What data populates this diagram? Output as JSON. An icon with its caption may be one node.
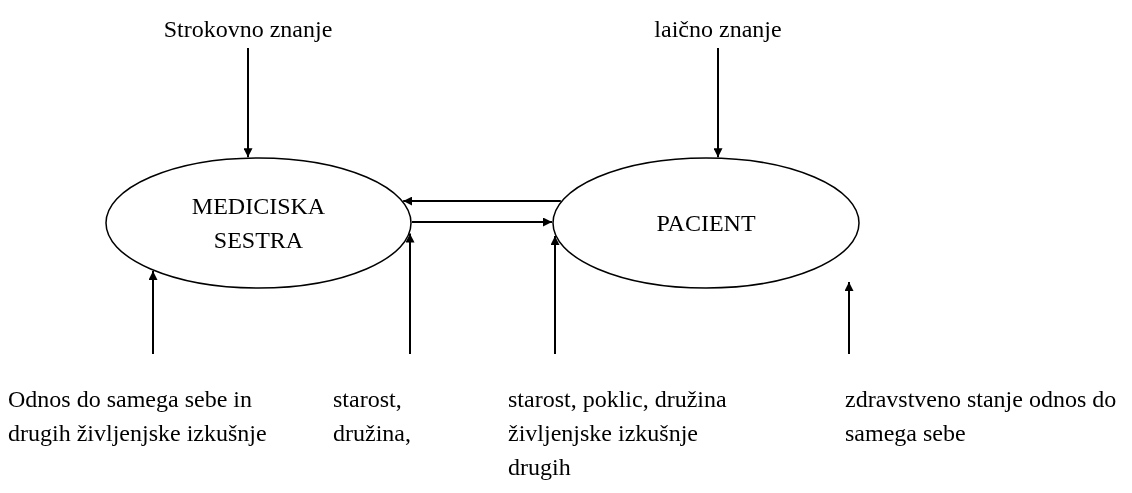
{
  "diagram": {
    "nodes": [
      {
        "text": [
          "Strokovno znanje"
        ]
      },
      {
        "text": [
          "laično znanje"
        ]
      },
      {
        "text": [
          "MEDICISKA SESTRA"
        ]
      },
      {
        "text": [
          "PACIENT"
        ]
      },
      {
        "text": [
          "Odnos do samega sebe in drugih življenjske izkušnje"
        ]
      },
      {
        "text": [
          "starost, družina,"
        ]
      },
      {
        "text": [
          "starost, poklic, družina življenjske izkušnje drugih"
        ]
      },
      {
        "text": [
          "zdravstveno stanje odnos do samega sebe"
        ]
      }
    ],
    "edges": [
      {
        "from": 0,
        "to": 2,
        "arrow": "to"
      },
      {
        "from": 1,
        "to": 3,
        "arrow": "to"
      },
      {
        "from": 3,
        "to": 2,
        "arrow": "to"
      },
      {
        "from": 2,
        "to": 3,
        "arrow": "to"
      },
      {
        "from": 4,
        "to": 2,
        "arrow": "to"
      },
      {
        "from": 5,
        "to": 2,
        "arrow": "to"
      },
      {
        "from": 6,
        "to": 3,
        "arrow": "to"
      },
      {
        "from": 7,
        "to": 3,
        "arrow": "to"
      }
    ]
  }
}
